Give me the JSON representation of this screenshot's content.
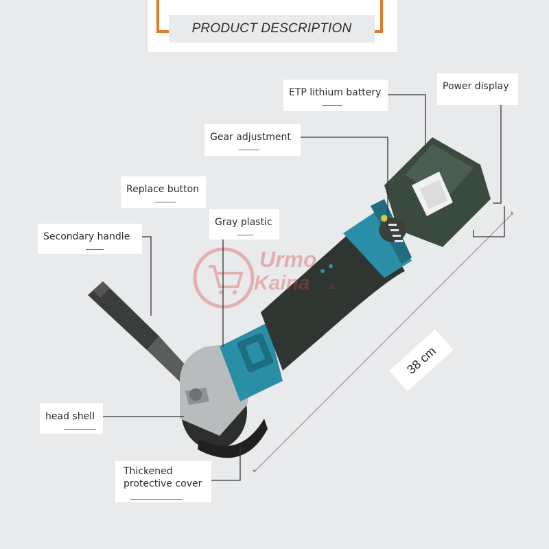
{
  "header": {
    "title": "PRODUCT DESCRIPTION"
  },
  "labels": {
    "etp_battery": "ETP lithium battery",
    "power_display": "Power display",
    "gear_adjustment": "Gear adjustment",
    "replace_button": "Replace button",
    "gray_plastic": "Gray plastic",
    "secondary_handle": "Secondary handle",
    "head_shell": "head shell",
    "protective_cover": "Thickened protective cover"
  },
  "dimension": {
    "length": "38 cm"
  },
  "watermark": {
    "line1": "Urmo",
    "line2": "Kaina",
    "suffix": ".lt"
  },
  "colors": {
    "accent": "#e07a2a",
    "tool_teal": "#2a8fa6",
    "battery_green": "#3a4a3e"
  }
}
